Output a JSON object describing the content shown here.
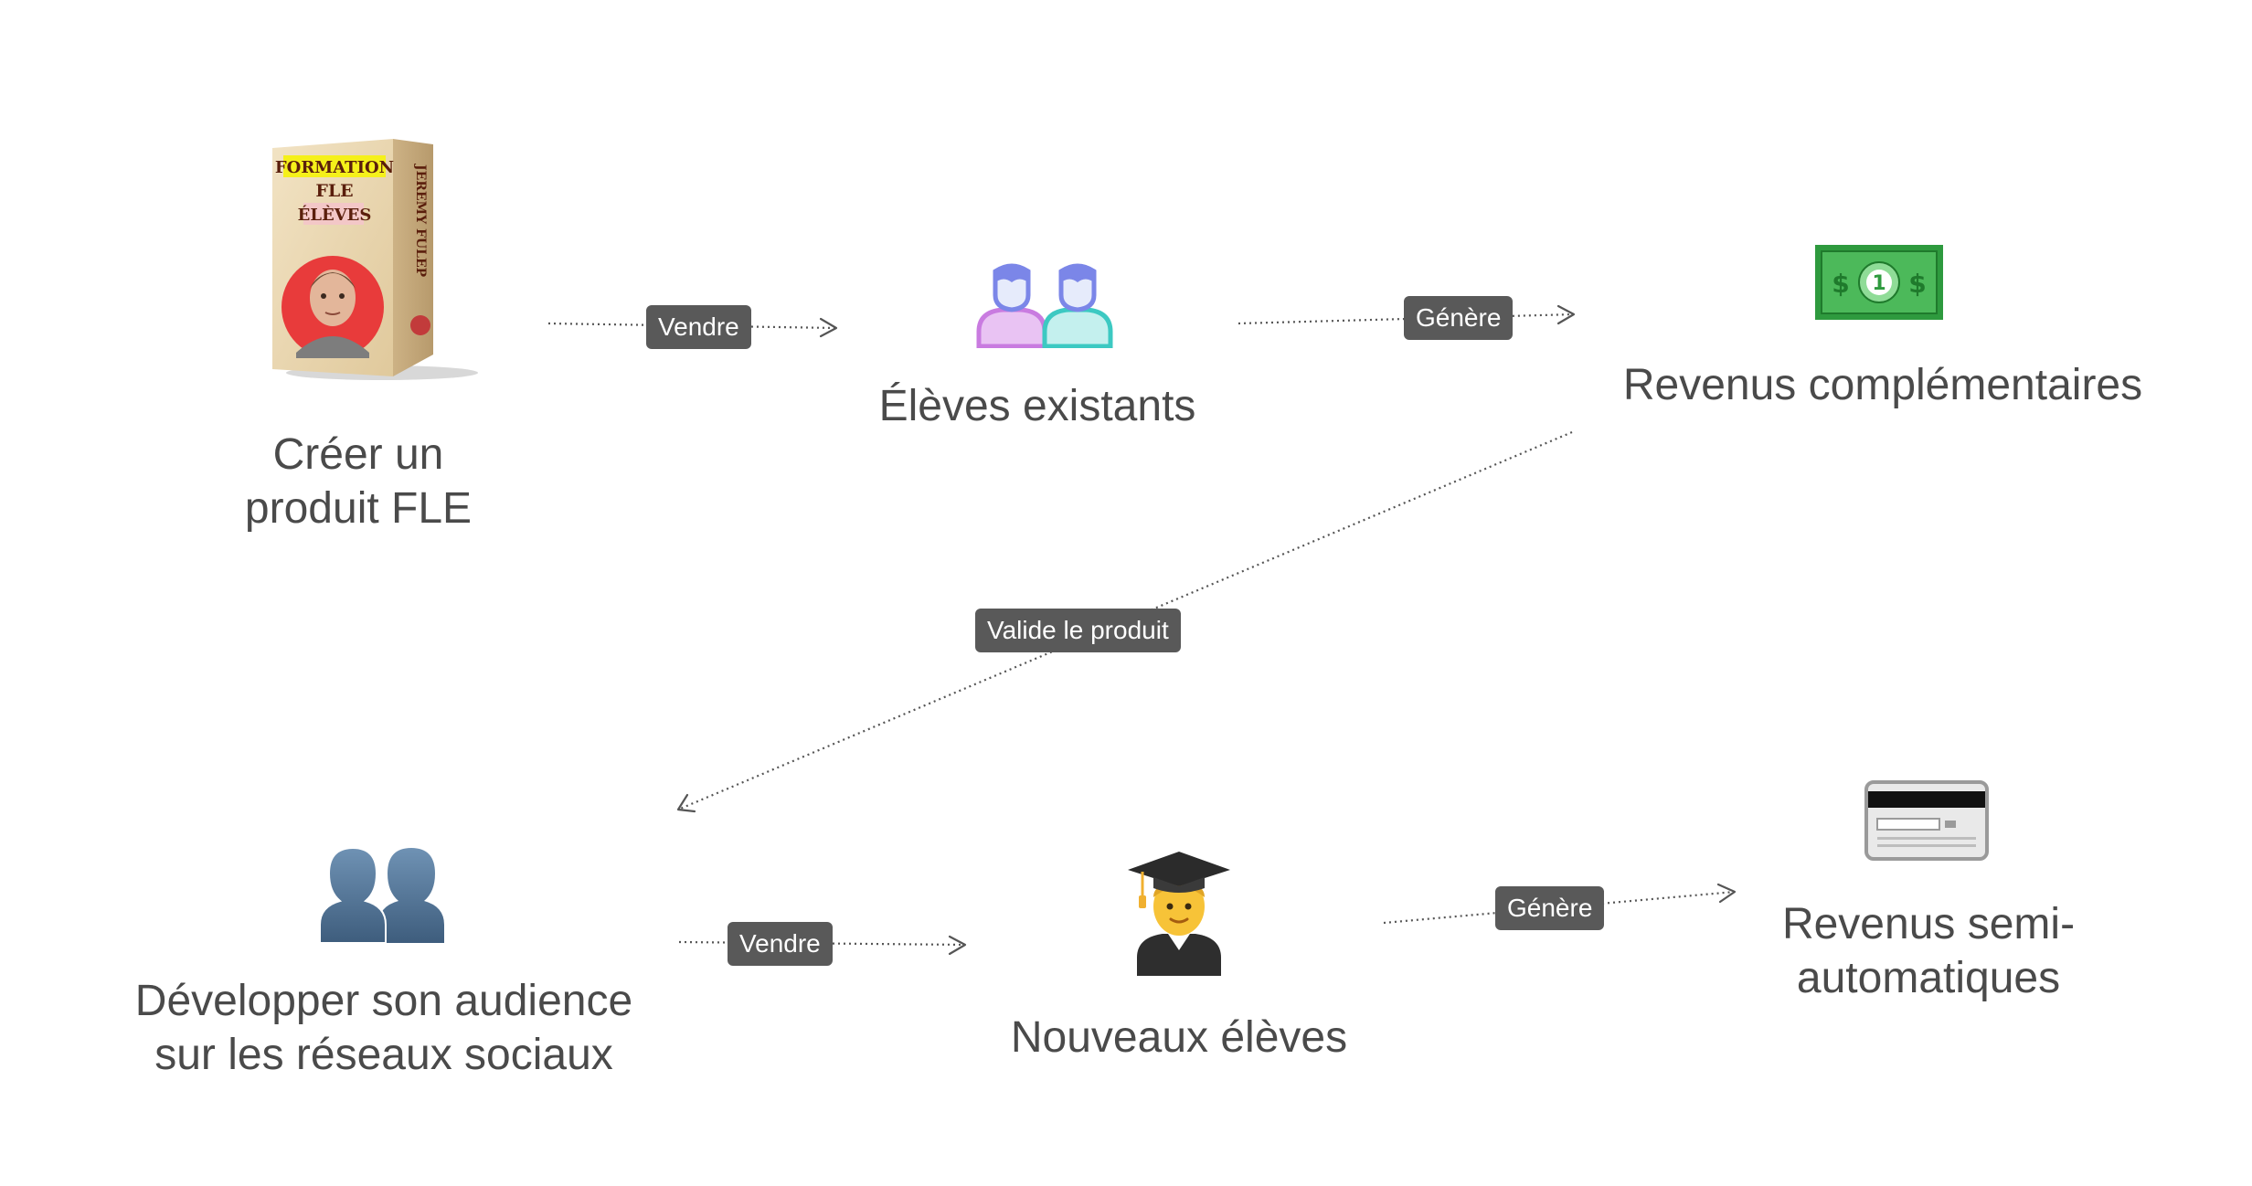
{
  "nodes": {
    "produit": {
      "icon": "product-box-image",
      "label_line1": "Créer un",
      "label_line2": "produit FLE",
      "box_title": "FORMATION",
      "box_line2": "FLE",
      "box_line3": "ÉLÈVES",
      "box_spine": "JEREMY FULEP"
    },
    "eleves_existants": {
      "icon": "two-students-icon",
      "label": "Élèves existants"
    },
    "revenus_complementaires": {
      "icon": "dollar-banknote-icon",
      "label": "Revenus complémentaires"
    },
    "audience": {
      "icon": "busts-in-silhouette-icon",
      "label_line1": "Développer son audience",
      "label_line2": "sur les réseaux sociaux"
    },
    "nouveaux_eleves": {
      "icon": "student-graduate-icon",
      "label": "Nouveaux élèves"
    },
    "revenus_semi": {
      "icon": "credit-card-icon",
      "label_line1": "Revenus semi-",
      "label_line2": "automatiques"
    }
  },
  "edges": [
    {
      "from": "produit",
      "to": "eleves_existants",
      "label": "Vendre"
    },
    {
      "from": "eleves_existants",
      "to": "revenus_complementaires",
      "label": "Génère"
    },
    {
      "from": "revenus_complementaires",
      "to": "audience",
      "label": "Valide le produit"
    },
    {
      "from": "audience",
      "to": "nouveaux_eleves",
      "label": "Vendre"
    },
    {
      "from": "nouveaux_eleves",
      "to": "revenus_semi",
      "label": "Génère"
    }
  ],
  "colors": {
    "edge_label_bg": "#595959",
    "node_text": "#4a4a4a",
    "banknote_green": "#2e9a3e",
    "students_purple": "#c97be0",
    "students_teal": "#3cc9c2",
    "students_head": "#7b86e8",
    "silhouette_blue": "#4e6f8f",
    "graduate_yellow": "#f7c338",
    "box_red": "#e83b3b"
  }
}
